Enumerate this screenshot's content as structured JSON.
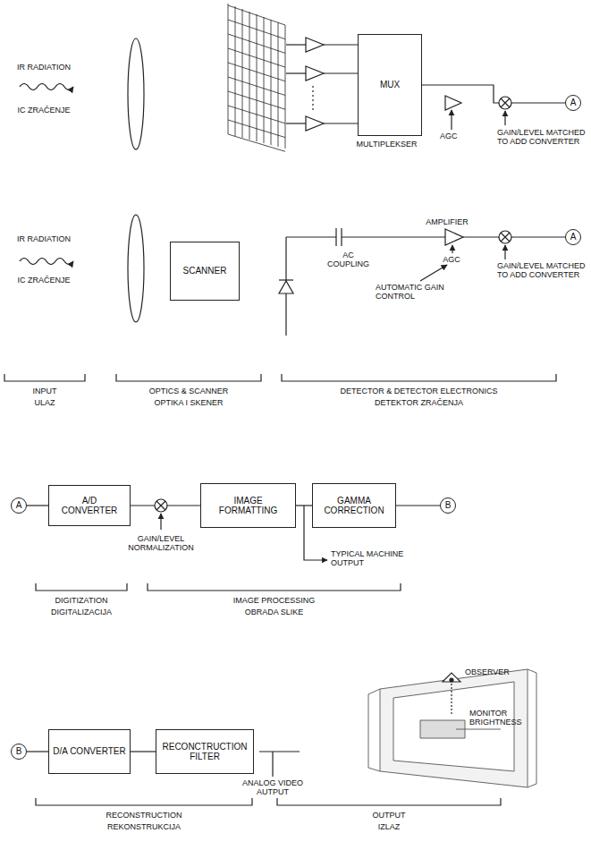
{
  "diagram": {
    "nodes": [
      {
        "text": [
          "MUX"
        ]
      },
      {
        "text": [
          "A"
        ]
      },
      {
        "text": [
          "SCANNER"
        ]
      },
      {
        "text": [
          "A"
        ]
      },
      {
        "text": [
          "A"
        ]
      },
      {
        "text": [
          "A/D CONVERTER"
        ]
      },
      {
        "text": [
          "IMAGE FORMATTING"
        ]
      },
      {
        "text": [
          "GAMMA CORRECTION"
        ]
      },
      {
        "text": [
          "B"
        ]
      },
      {
        "text": [
          "B"
        ]
      },
      {
        "text": [
          "D/A CONVERTER"
        ]
      },
      {
        "text": [
          "RECONCTRUCTION FILTER"
        ]
      }
    ],
    "edges": [
      {
        "from": 0,
        "to": 1,
        "arrow": "none"
      },
      {
        "from": 4,
        "to": 5,
        "arrow": "none"
      },
      {
        "from": 5,
        "to": 6,
        "arrow": "none"
      },
      {
        "from": 6,
        "to": 7,
        "arrow": "none"
      },
      {
        "from": 7,
        "to": 8,
        "arrow": "none"
      },
      {
        "from": 9,
        "to": 10,
        "arrow": "none"
      },
      {
        "from": 10,
        "to": 11,
        "arrow": "none"
      }
    ],
    "labels": [
      "IR RADIATION",
      "IC ZRAČENJE",
      "MULTIPLEKSER",
      "AGC",
      "GAIN/LEVEL MATCHED TO ADD CONVERTER",
      "IR RADIATION",
      "IC ZRAČENJE",
      "AC COUPLING",
      "AMPLIFIER",
      "AGC",
      "AUTOMATIC GAIN CONTROL",
      "GAIN/LEVEL MATCHED TO ADD CONVERTER",
      "INPUT",
      "ULAZ",
      "OPTICS & SCANNER",
      "OPTIKA I SKENER",
      "DETECTOR & DETECTOR ELECTRONICS",
      "DETEKTOR ZRAČENJA",
      "GAIN/LEVEL NORMALIZATION",
      "TYPICAL MACHINE OUTPUT",
      "DIGITIZATION",
      "DIGITALIZACIJA",
      "IMAGE PROCESSING",
      "OBRADA SLIKE",
      "OBSERVER",
      "MONITOR BRIGHTNESS",
      "ANALOG VIDEO AUTPUT",
      "RECONSTRUCTION",
      "REKONSTRUKCIJA",
      "OUTPUT",
      "IZLAZ"
    ]
  }
}
